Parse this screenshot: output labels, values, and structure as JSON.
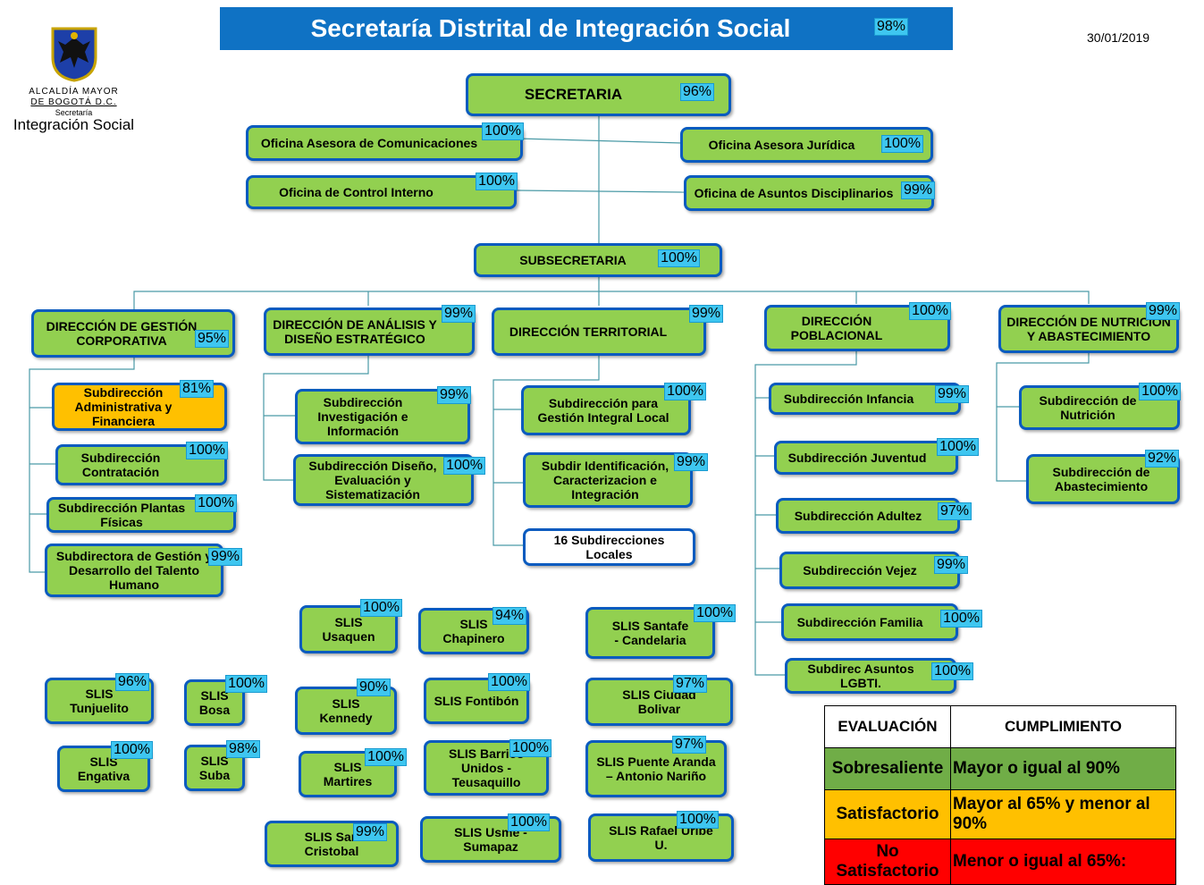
{
  "header": {
    "title": "Secretaría Distrital de Integración Social",
    "total_pct": "98%",
    "date": "30/01/2019"
  },
  "logo": {
    "line1": "ALCALDÍA MAYOR",
    "line2": "DE BOGOTÁ D.C.",
    "line3": "Secretaría",
    "line4": "Integración Social"
  },
  "nodes": {
    "secretaria": {
      "label": "SECRETARIA",
      "pct": "96%"
    },
    "comunicaciones": {
      "label": "Oficina  Asesora de Comunicaciones",
      "pct": "100%"
    },
    "juridica": {
      "label": "Oficina Asesora Jurídica",
      "pct": "100%"
    },
    "control_interno": {
      "label": "Oficina de Control Interno",
      "pct": "100%"
    },
    "disciplinarios": {
      "label": "Oficina de Asuntos Disciplinarios",
      "pct": "99%"
    },
    "subsecretaria": {
      "label": "SUBSECRETARIA",
      "pct": "100%"
    },
    "dir_gestion": {
      "label": "DIRECCIÓN DE GESTIÓN CORPORATIVA",
      "pct": "95%"
    },
    "dir_analisis": {
      "label": "DIRECCIÓN DE ANÁLISIS Y DISEÑO ESTRATÉGICO",
      "pct": "99%"
    },
    "dir_territorial": {
      "label": "DIRECCIÓN TERRITORIAL",
      "pct": "99%"
    },
    "dir_poblacional": {
      "label": "DIRECCIÓN POBLACIONAL",
      "pct": "100%"
    },
    "dir_nutricion": {
      "label": "DIRECCIÓN DE NUTRICIÓN Y ABASTECIMIENTO",
      "pct": "99%"
    },
    "sub_administrativa": {
      "label": "Subdirección Administrativa y Financiera",
      "pct": "81%"
    },
    "sub_contratacion": {
      "label": "Subdirección Contratación",
      "pct": "100%"
    },
    "sub_plantas": {
      "label": "Subdirección Plantas Físicas",
      "pct": "100%"
    },
    "sub_talento": {
      "label": "Subdirectora de Gestión y Desarrollo del Talento Humano",
      "pct": "99%"
    },
    "sub_investigacion": {
      "label": "Subdirección Investigación e Información",
      "pct": "99%"
    },
    "sub_diseno": {
      "label": "Subdirección Diseño, Evaluación y Sistematización",
      "pct": "100%"
    },
    "sub_gestion_local": {
      "label": "Subdirección para Gestión Integral Local",
      "pct": "100%"
    },
    "sub_identificacion": {
      "label": "Subdir Identificación, Caracterizacion e Integración",
      "pct": "99%"
    },
    "sub_locales": {
      "label": "16 Subdirecciones Locales"
    },
    "sub_infancia": {
      "label": "Subdirección Infancia",
      "pct": "99%"
    },
    "sub_juventud": {
      "label": "Subdirección Juventud",
      "pct": "100%"
    },
    "sub_adultez": {
      "label": "Subdirección Adultez",
      "pct": "97%"
    },
    "sub_vejez": {
      "label": "Subdirección Vejez",
      "pct": "99%"
    },
    "sub_familia": {
      "label": "Subdirección Familia",
      "pct": "100%"
    },
    "sub_lgbti": {
      "label": "Subdirec  Asuntos LGBTI.",
      "pct": "100%"
    },
    "sub_nutricion": {
      "label": "Subdirección de Nutrición",
      "pct": "100%"
    },
    "sub_abastecimiento": {
      "label": "Subdirección de Abastecimiento",
      "pct": "92%"
    },
    "slis_usaquen": {
      "label": "SLIS Usaquen",
      "pct": "100%"
    },
    "slis_chapinero": {
      "label": "SLIS Chapinero",
      "pct": "94%"
    },
    "slis_santafe": {
      "label": "SLIS Santafe - Candelaria",
      "pct": "100%"
    },
    "slis_tunjuelito": {
      "label": "SLIS Tunjuelito",
      "pct": "96%"
    },
    "slis_bosa": {
      "label": "SLIS Bosa",
      "pct": "100%"
    },
    "slis_kennedy": {
      "label": "SLIS Kennedy",
      "pct": "90%"
    },
    "slis_fontibon": {
      "label": "SLIS Fontibón",
      "pct": "100%"
    },
    "slis_bolivar": {
      "label": "SLIS Ciudad Bolivar",
      "pct": "97%"
    },
    "slis_engativa": {
      "label": "SLIS Engativa",
      "pct": "100%"
    },
    "slis_suba": {
      "label": "SLIS Suba",
      "pct": "98%"
    },
    "slis_martires": {
      "label": "SLIS Martires",
      "pct": "100%"
    },
    "slis_barrios": {
      "label": "SLIS Barrios Unidos - Teusaquillo",
      "pct": "100%"
    },
    "slis_puente": {
      "label": "SLIS Puente Aranda – Antonio Nariño",
      "pct": "97%"
    },
    "slis_cristobal": {
      "label": "SLIS San Cristobal",
      "pct": "99%"
    },
    "slis_usme": {
      "label": "SLIS Usme - Sumapaz",
      "pct": "100%"
    },
    "slis_uribe": {
      "label": "SLIS Rafael Uribe U.",
      "pct": "100%"
    }
  },
  "legend": {
    "header_eval": "EVALUACIÓN",
    "header_cump": "CUMPLIMIENTO",
    "rows": [
      {
        "eval": "Sobresaliente",
        "cump": "Mayor o igual al 90%",
        "color": "#70ad47"
      },
      {
        "eval": "Satisfactorio",
        "cump": "Mayor al 65% y menor al 90%",
        "color": "#ffc000"
      },
      {
        "eval": "No Satisfactorio",
        "cump": "Menor o igual al 65%:",
        "color": "#ff0000"
      }
    ]
  },
  "colors": {
    "node_fill": "#92d050",
    "node_border": "#0a5bbf",
    "title_bar": "#0f72c4",
    "pct_badge": "#3ec6f0",
    "warning_fill": "#ffc000"
  }
}
